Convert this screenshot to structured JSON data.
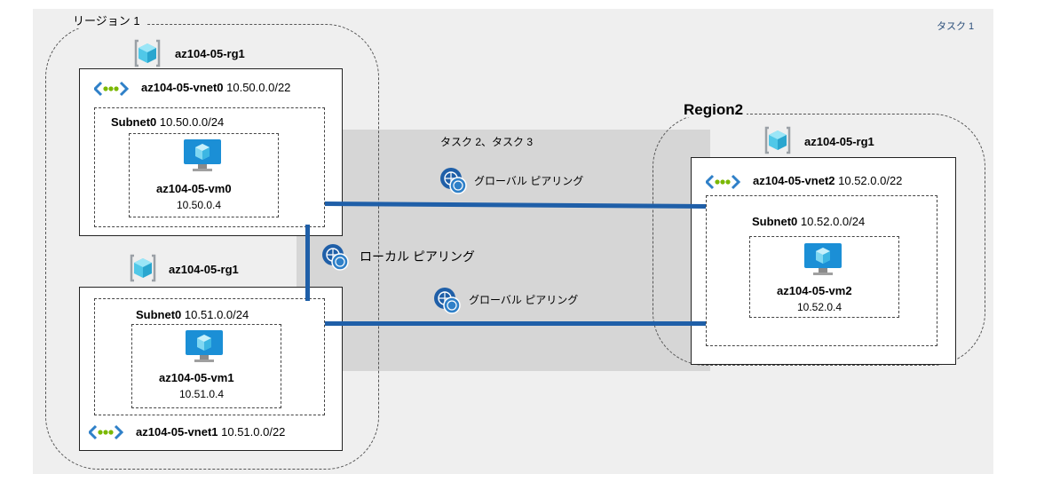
{
  "task1_label": "タスク 1",
  "task23_label": "タスク 2、タスク 3",
  "region1": {
    "label": "リージョン 1",
    "rg_top": "az104-05-rg1",
    "rg_bottom": "az104-05-rg1",
    "vnet0": {
      "name": "az104-05-vnet0",
      "cidr": "10.50.0.0/22",
      "subnet_name": "Subnet0",
      "subnet_cidr": "10.50.0.0/24",
      "vm_name": "az104-05-vm0",
      "vm_ip": "10.50.0.4"
    },
    "vnet1": {
      "name": "az104-05-vnet1",
      "cidr": "10.51.0.0/22",
      "subnet_name": "Subnet0",
      "subnet_cidr": "10.51.0.0/24",
      "vm_name": "az104-05-vm1",
      "vm_ip": "10.51.0.4"
    }
  },
  "region2": {
    "label": "Region2",
    "rg": "az104-05-rg1",
    "vnet2": {
      "name": "az104-05-vnet2",
      "cidr": "10.52.0.0/22",
      "subnet_name": "Subnet0",
      "subnet_cidr": "10.52.0.0/24",
      "vm_name": "az104-05-vm2",
      "vm_ip": "10.52.0.4"
    }
  },
  "peerings": {
    "global_top": "グローバル ピアリング",
    "local": "ローカル ピアリング",
    "global_bottom": "グローバル ピアリング"
  },
  "colors": {
    "peering_line": "#1f5fa8",
    "vm_blue": "#1b8fd6",
    "cube": "#50c8e8"
  }
}
